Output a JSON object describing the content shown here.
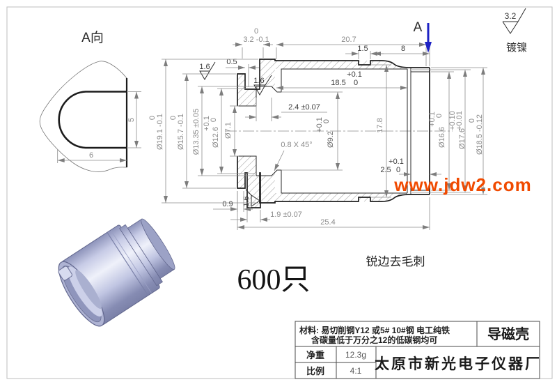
{
  "a_view": {
    "title": "A向",
    "dim_height": "5",
    "dim_width": "6"
  },
  "finish": {
    "ra": "3.2",
    "plating": "镀镍"
  },
  "cut_label": "A",
  "dims": {
    "zero": "0",
    "flange": "3.2 -0.1",
    "l207": "20.7",
    "l15": "1.5",
    "l8": "8",
    "l05": "0.5",
    "r16": "1.6",
    "tol01": "+0.1",
    "d185": "18.5",
    "land24": "2.4 ±0.07",
    "ch08": "0.8 X 45°",
    "h178": "17.8",
    "cb25": "2.5",
    "k09": "0.9",
    "k19": "1.9 ±0.07",
    "total": "25.4",
    "dia19": "Ø19.1 -0.1",
    "dia15": "Ø15.7 -0.1",
    "dia13": "Ø13.35 ±0.05",
    "dia12": "Ø12.6",
    "dia7": "Ø7.1",
    "dia92": "Ø9.2",
    "dia166": "Ø16.6",
    "dia176": "Ø17.6",
    "t010": "+0.10",
    "t001": "+0.01",
    "dia185": "Ø18.5 -0.12"
  },
  "notes": {
    "qty": "600只",
    "deburr": "锐边去毛刺"
  },
  "watermark": "www.jdw2.com",
  "title_block": {
    "material_line1": "材料: 易切削钢Y12 或5# 10#钢  电工纯铁",
    "material_line2": "含碳量低于万分之12的低碳钢均可",
    "part_name": "导磁壳",
    "weight_label": "净重",
    "weight": "12.3g",
    "scale_label": "比例",
    "scale": "4:1",
    "company": "太原市新光电子仪器厂"
  }
}
